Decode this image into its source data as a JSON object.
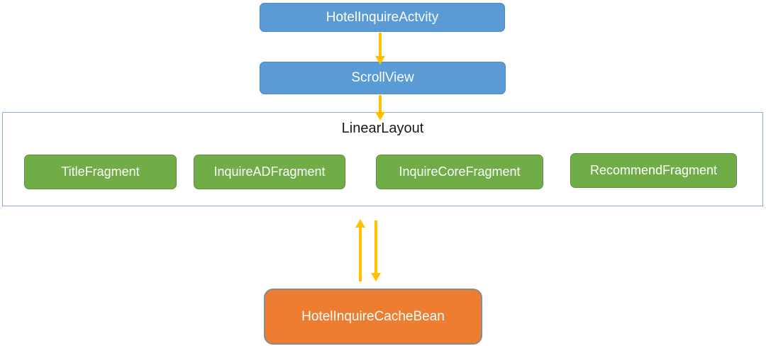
{
  "nodes": {
    "activity": {
      "label": "HotelInquireActvity",
      "shape": "rounded-rect",
      "color": "blue"
    },
    "scroll_view": {
      "label": "ScrollView",
      "shape": "rounded-rect",
      "color": "blue"
    },
    "linear_layout": {
      "label": "LinearLayout",
      "shape": "rect-container",
      "color": "white-outlined"
    },
    "fragments": [
      {
        "label": "TitleFragment",
        "shape": "rounded-rect",
        "color": "green"
      },
      {
        "label": "InquireADFragment",
        "shape": "rounded-rect",
        "color": "green"
      },
      {
        "label": "InquireCoreFragment",
        "shape": "rounded-rect",
        "color": "green"
      },
      {
        "label": "RecommendFragment",
        "shape": "rounded-rect",
        "color": "green"
      }
    ],
    "cache_bean": {
      "label": "HotelInquireCacheBean",
      "shape": "rounded-rect",
      "color": "orange"
    }
  },
  "edges": [
    {
      "from": "HotelInquireActvity",
      "to": "ScrollView",
      "direction": "down"
    },
    {
      "from": "ScrollView",
      "to": "LinearLayout",
      "direction": "down"
    },
    {
      "from": "HotelInquireCacheBean",
      "to": "LinearLayout",
      "direction": "up"
    },
    {
      "from": "LinearLayout",
      "to": "HotelInquireCacheBean",
      "direction": "down"
    }
  ],
  "colors": {
    "background": "#FFFFFF",
    "blue_fill": "#5B9BD5",
    "blue_border": "#4A86C5",
    "green_fill": "#70AD47",
    "green_border": "#5A9138",
    "orange_fill": "#ED7D31",
    "orange_border": "#8A8A8A",
    "arrow": "#FFC000",
    "container_border": "#8FAECC"
  }
}
